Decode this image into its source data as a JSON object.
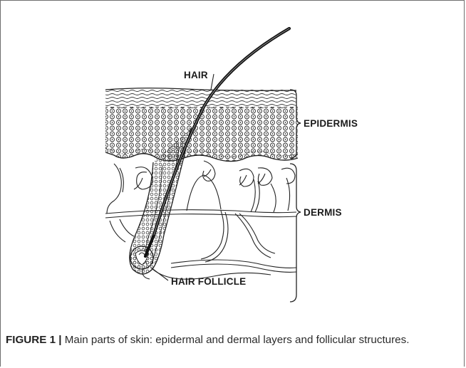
{
  "figure": {
    "labels": {
      "hair": "HAIR",
      "epidermis": "EPIDERMIS",
      "dermis": "DERMIS",
      "hair_follicle": "HAIR FOLLICLE"
    },
    "caption": {
      "label": "FIGURE 1 |",
      "text": "Main parts of skin: epidermal and dermal layers and follicular structures."
    }
  }
}
